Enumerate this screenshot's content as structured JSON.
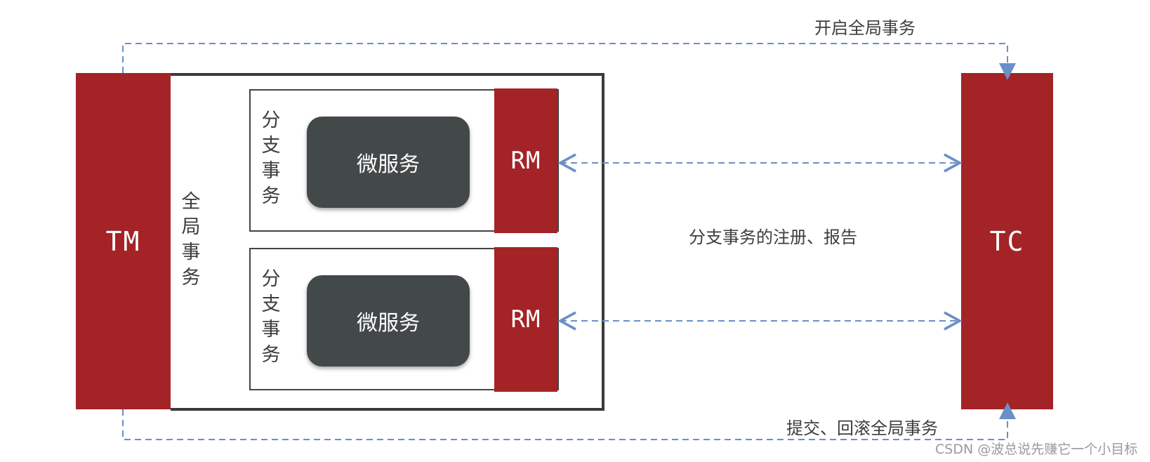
{
  "tm": {
    "label": "TM"
  },
  "tc": {
    "label": "TC"
  },
  "global_transaction": {
    "label": "全局事务"
  },
  "branches": [
    {
      "label": "分支事务",
      "service": "微服务",
      "rm": "RM"
    },
    {
      "label": "分支事务",
      "service": "微服务",
      "rm": "RM"
    }
  ],
  "flows": {
    "begin_global": "开启全局事务",
    "branch_register_report": "分支事务的注册、报告",
    "commit_rollback": "提交、回滚全局事务"
  },
  "watermark": "CSDN @波总说先赚它一个小目标",
  "colors": {
    "role_block": "#a32326",
    "service_block": "#434849",
    "arrow": "#6b8fc7",
    "box_border": "#3a3a3a"
  }
}
